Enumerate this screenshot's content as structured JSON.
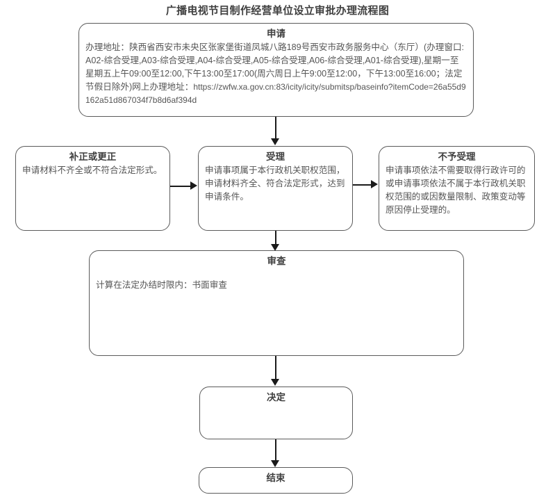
{
  "page": {
    "title": "广播电视节目制作经营单位设立审批办理流程图"
  },
  "nodes": {
    "apply": {
      "title": "申请",
      "body": "办理地址：陕西省西安市未央区张家堡街道凤城八路189号西安市政务服务中心（东厅）(办理窗口:A02-综合受理,A03-综合受理,A04-综合受理,A05-综合受理,A06-综合受理,A01-综合受理),星期一至星期五上午09:00至12:00,下午13:00至17:00(周六周日上午9:00至12:00，下午13:00至16:00；法定节假日除外)网上办理地址：",
      "url": "https://zwfw.xa.gov.cn:83/icity/icity/submitsp/baseinfo?itemCode=26a55d9162a51d867034f7b8d6af394d"
    },
    "correct": {
      "title": "补正或更正",
      "body": "申请材料不齐全或不符合法定形式。"
    },
    "accept": {
      "title": "受理",
      "body": "申请事项属于本行政机关职权范围，申请材料齐全、符合法定形式，达到申请条件。"
    },
    "reject": {
      "title": "不予受理",
      "body": "申请事项依法不需要取得行政许可的或申请事项依法不属于本行政机关职权范围的或因数量限制、政策变动等原因停止受理的。"
    },
    "review": {
      "title": "审查",
      "body": "计算在法定办结时限内：书面审查"
    },
    "decision": {
      "title": "决定",
      "body": ""
    },
    "end": {
      "title": "结束",
      "body": ""
    }
  },
  "connectors": [
    {
      "name": "apply-to-accept",
      "from": "apply",
      "to": "accept",
      "direction": "down"
    },
    {
      "name": "correct-to-accept",
      "from": "correct",
      "to": "accept",
      "direction": "right"
    },
    {
      "name": "accept-to-reject",
      "from": "accept",
      "to": "reject",
      "direction": "right"
    },
    {
      "name": "accept-to-review",
      "from": "accept",
      "to": "review",
      "direction": "down"
    },
    {
      "name": "review-to-decision",
      "from": "review",
      "to": "decision",
      "direction": "down"
    },
    {
      "name": "decision-to-end",
      "from": "decision",
      "to": "end",
      "direction": "down"
    }
  ],
  "colors": {
    "node_border": "#5a5a5a",
    "connector": "#1a1a1a",
    "title_text": "#404040",
    "body_text": "#555555",
    "background": "#ffffff"
  }
}
